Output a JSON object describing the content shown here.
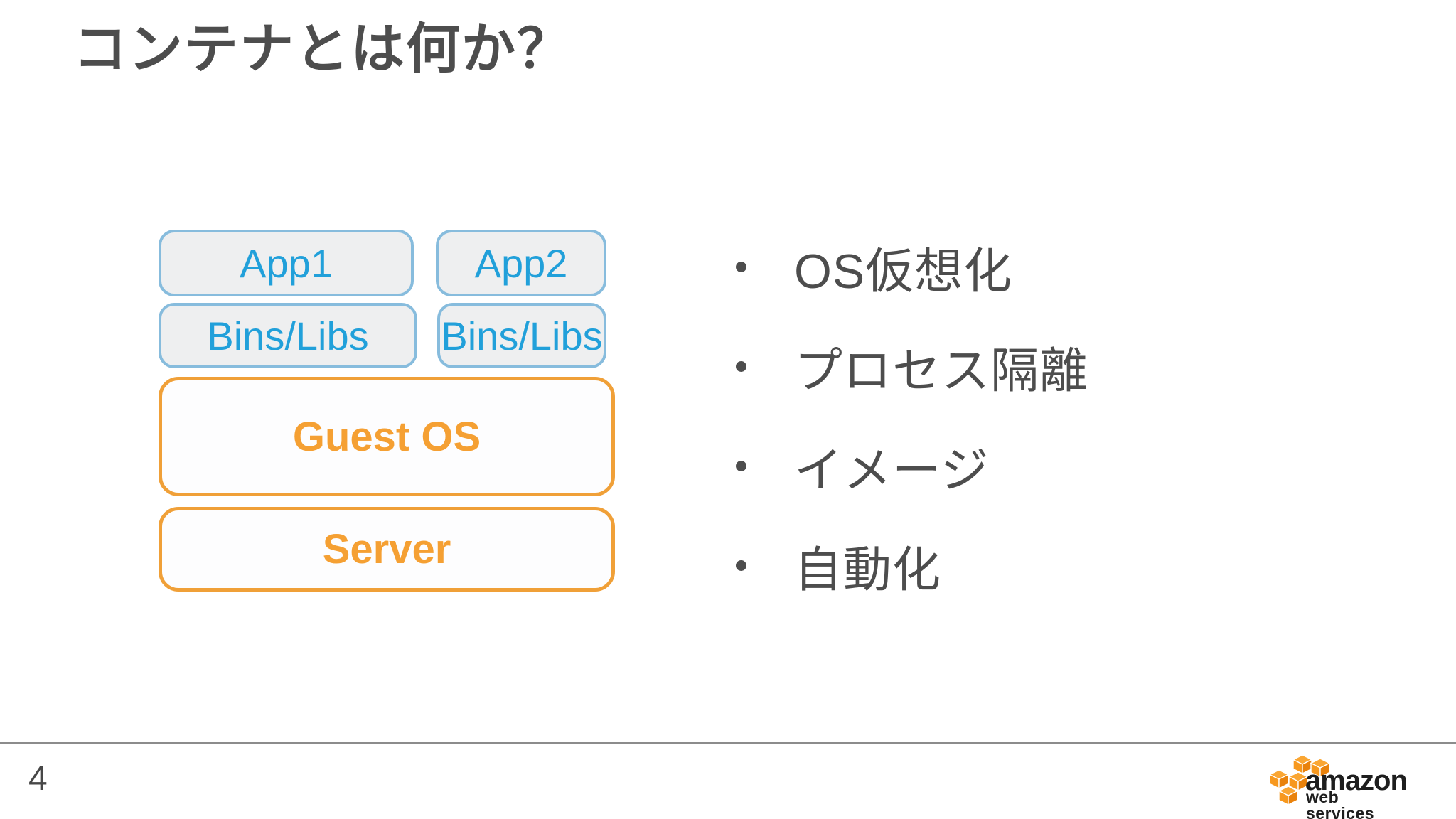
{
  "slide": {
    "title": "コンテナとは何か？",
    "page_number": "4",
    "diagram": {
      "app1": "App1",
      "app2": "App2",
      "bins_left": "Bins/Libs",
      "bins_right": "Bins/Libs",
      "guest_os": "Guest OS",
      "server": "Server"
    },
    "bullets": [
      "OS仮想化",
      "プロセス隔離",
      "イメージ",
      "自動化"
    ],
    "logo": {
      "brand": "amazon",
      "subtitle": "web services"
    },
    "colors": {
      "blue_box_border": "#87BCDD",
      "blue_box_text": "#21A0DA",
      "blue_box_fill": "#EEEFF0",
      "orange_box_border": "#F0A038",
      "orange_box_text": "#F5A033",
      "orange_box_fill": "#FDFDFE",
      "title_text": "#4D4D4D",
      "bullet_text": "#4D4D4D",
      "divider": "#8C8C8C",
      "logo_orange": "#F7981E"
    }
  }
}
